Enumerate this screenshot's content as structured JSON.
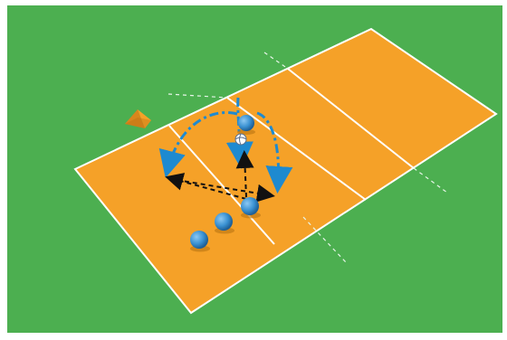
{
  "scene": {
    "grass_color": "#4caf50",
    "court_color": "#f5a128",
    "line_color": "#ffffff",
    "dash_line_color": "#e8f5e9",
    "player_color": "#3a91d2",
    "pass_arrow_color": "#1e8ad0",
    "move_arrow_color": "#111111",
    "cone_color": "#f5a128",
    "ball_color": "#ffffff",
    "ball_seam_color": "#5a6f8c"
  },
  "elements": {
    "court": "volleyball-court",
    "cone": "cone-icon",
    "players": [
      "player-1",
      "player-2",
      "player-3",
      "player-4"
    ],
    "ball": "volleyball-icon"
  }
}
